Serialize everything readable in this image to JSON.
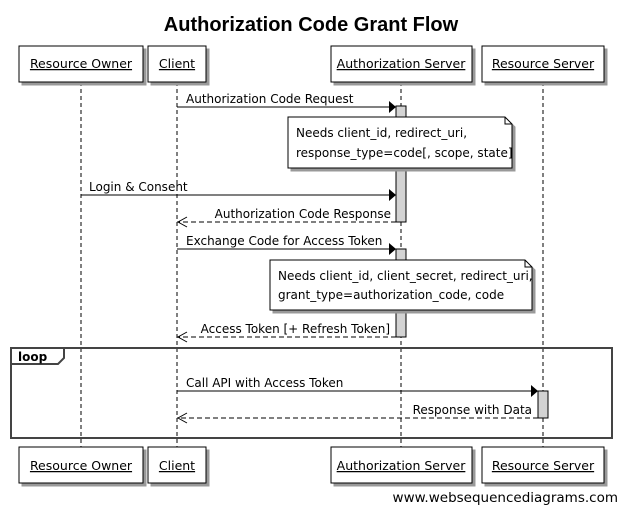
{
  "title": "Authorization Code Grant Flow",
  "participants": [
    {
      "id": "owner",
      "label": "Resource Owner"
    },
    {
      "id": "client",
      "label": "Client"
    },
    {
      "id": "authz",
      "label": "Authorization Server"
    },
    {
      "id": "resource",
      "label": "Resource Server"
    }
  ],
  "messages": [
    {
      "label": "Authorization Code Request",
      "from": "Client",
      "to": "Authorization Server",
      "style": "solid"
    },
    {
      "label": "Login & Consent",
      "from": "Resource Owner",
      "to": "Authorization Server",
      "style": "solid"
    },
    {
      "label": "Authorization Code Response",
      "from": "Authorization Server",
      "to": "Client",
      "style": "dashed"
    },
    {
      "label": "Exchange Code for Access Token",
      "from": "Client",
      "to": "Authorization Server",
      "style": "solid"
    },
    {
      "label": "Access Token [+ Refresh Token]",
      "from": "Authorization Server",
      "to": "Client",
      "style": "dashed"
    },
    {
      "label": "Call API with Access Token",
      "from": "Client",
      "to": "Resource Server",
      "style": "solid"
    },
    {
      "label": "Response with Data",
      "from": "Resource Server",
      "to": "Client",
      "style": "dashed"
    }
  ],
  "notes": [
    {
      "lines": [
        "Needs client_id, redirect_uri,",
        "response_type=code[, scope, state]"
      ]
    },
    {
      "lines": [
        "Needs client_id, client_secret, redirect_uri,",
        "grant_type=authorization_code, code"
      ]
    }
  ],
  "loop": {
    "label": "loop"
  },
  "footer": "www.websequencediagrams.com"
}
